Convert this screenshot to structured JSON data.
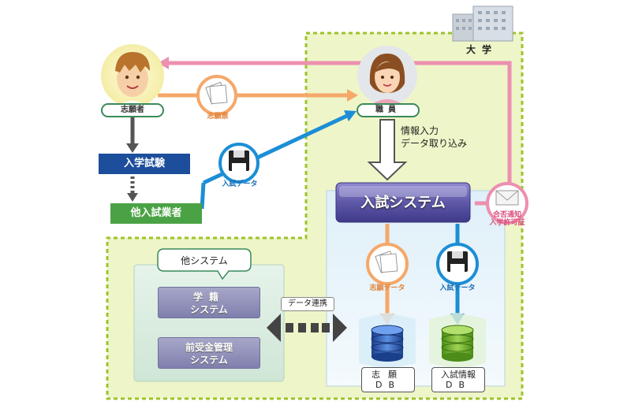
{
  "university": {
    "label": "大学"
  },
  "applicant": {
    "label": "志願者"
  },
  "staff": {
    "label": "職員"
  },
  "entrance_exam": {
    "label": "入学試験"
  },
  "other_vendor": {
    "label": "他入試業者"
  },
  "application_form": {
    "label": "志願票"
  },
  "exam_data_disk": {
    "label": "入試データ"
  },
  "input_note": {
    "line1": "情報入力",
    "line2": "データ取り込み"
  },
  "exam_system": {
    "label": "入試システム"
  },
  "result_notice": {
    "line1": "合否通知",
    "line2": "入学許可証"
  },
  "application_data": {
    "label": "志願データ"
  },
  "exam_data_out": {
    "label": "入試データ"
  },
  "other_systems": {
    "title": "他システム",
    "systems": [
      {
        "line1": "学籍",
        "line2": "システム"
      },
      {
        "line1": "前受金管理",
        "line2": "システム"
      }
    ]
  },
  "data_link": {
    "label": "データ連携"
  },
  "application_db": {
    "line1": "志願",
    "line2": "DB"
  },
  "exam_info_db": {
    "line1": "入試情報",
    "line2": "DB"
  },
  "colors": {
    "university_bg": "#e6f0b4",
    "university_border": "#9cc32c",
    "pink_arrow": "#ec8fb0",
    "orange_arrow": "#f5a86a",
    "blue_arrow": "#1c8ed6",
    "system_box": "#5e58a8"
  }
}
